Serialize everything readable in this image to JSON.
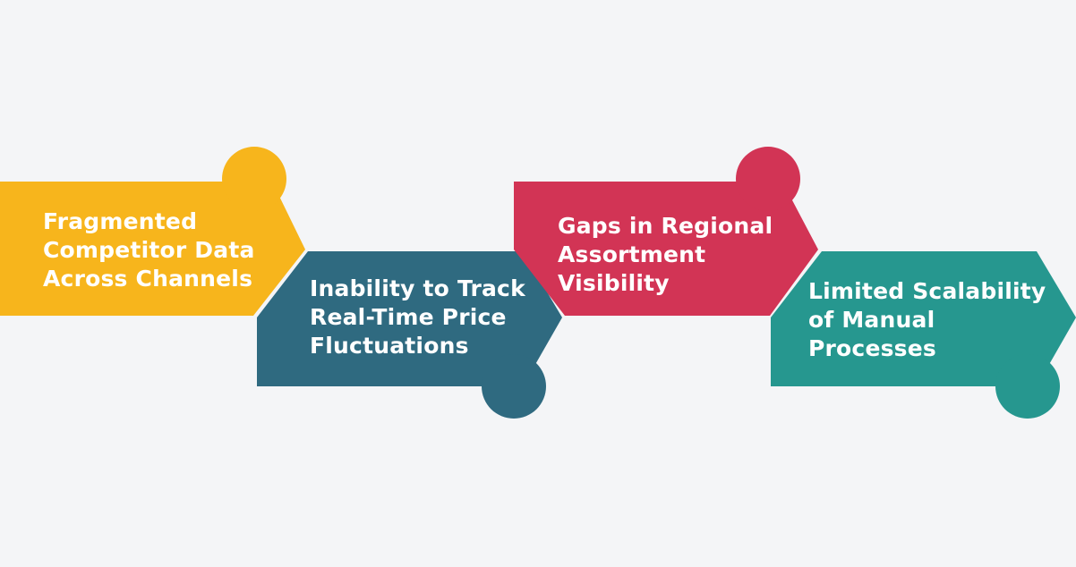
{
  "steps": [
    {
      "lines": [
        "Fragmented",
        "Competitor Data",
        "Across Channels"
      ],
      "color": "#f7b51c"
    },
    {
      "lines": [
        "Inability to Track",
        "Real-Time Price",
        "Fluctuations"
      ],
      "color": "#2f6a80"
    },
    {
      "lines": [
        "Gaps in Regional",
        "Assortment",
        "Visibility"
      ],
      "color": "#d23455"
    },
    {
      "lines": [
        "Limited Scalability",
        "of Manual",
        "Processes"
      ],
      "color": "#26978f"
    }
  ],
  "background_color": "#f4f5f7"
}
